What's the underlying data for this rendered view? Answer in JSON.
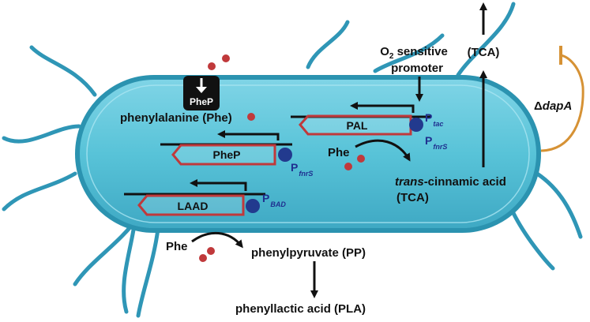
{
  "diagram": {
    "transporter": {
      "label": "PheP"
    },
    "genes": [
      {
        "label": "PAL",
        "promoter": "P",
        "promoter_sub_1": "tac",
        "promoter_sub_2": "fnrS"
      },
      {
        "label": "PheP",
        "promoter": "P",
        "promoter_sub": "fnrS"
      },
      {
        "label": "LAAD",
        "promoter": "P",
        "promoter_sub": "BAD"
      }
    ],
    "labels": {
      "phe_outside_cell": "phenylalanine (Phe)",
      "o2_sensitive_line1_prefix": "O",
      "o2_sensitive_line1_sub": "2",
      "o2_sensitive_line1_suffix": " sensitive",
      "o2_sensitive_line2": "promoter",
      "tca_top": "(TCA)",
      "phe_inside": "Phe",
      "trans_cinnamic_italic": "trans",
      "trans_cinnamic_rest": "-cinnamic acid",
      "tca_inside": "(TCA)",
      "phe_bottom": "Phe",
      "phenylpyruvate": "phenylpyruvate (PP)",
      "phenyllactic": "phenyllactic acid (PLA)",
      "dap_delta": "Δ",
      "dap_gene": "dapA"
    },
    "colors": {
      "cell_fill": "#58c3d8",
      "cell_edge": "#2b93b0",
      "flagella": "#2f96b6",
      "gene_border": "#c0393b",
      "promoter_dot": "#223a8e",
      "molecule_dot": "#c0393b",
      "dap_inhibit": "#d69235"
    }
  }
}
